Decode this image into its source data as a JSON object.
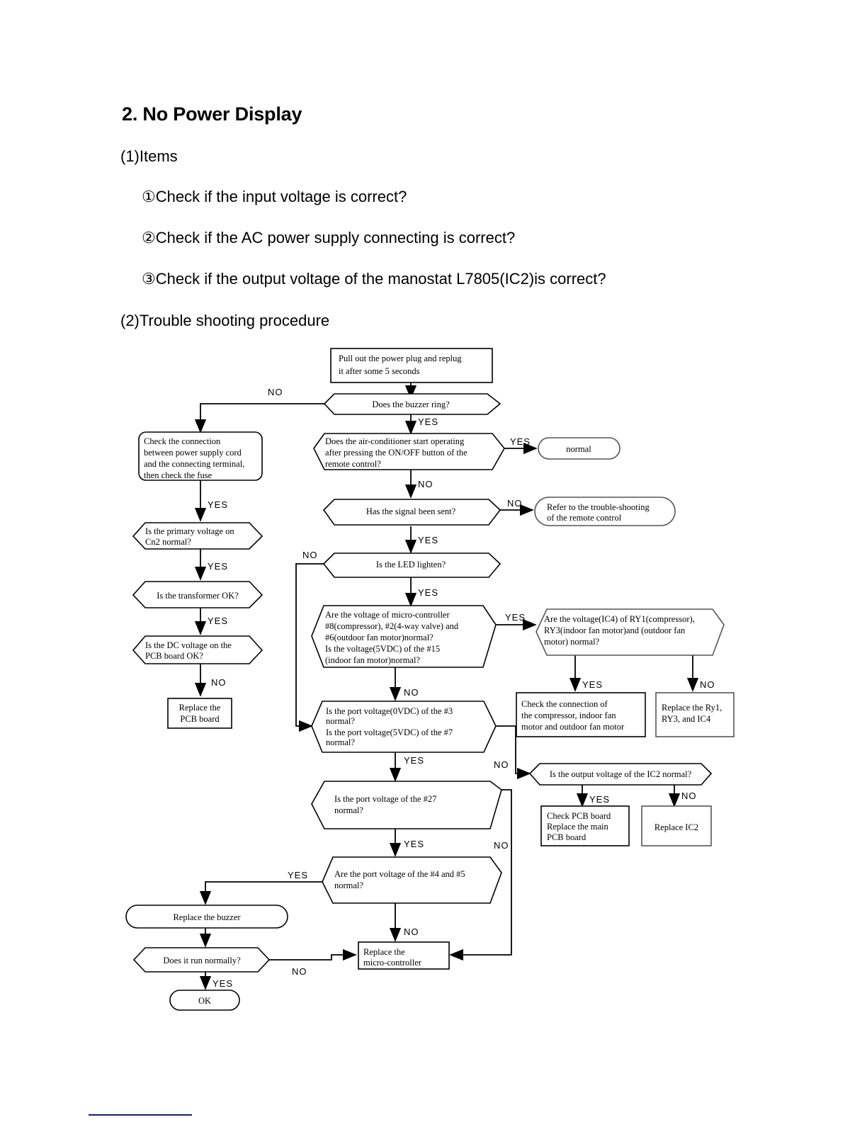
{
  "document": {
    "heading": "2. No Power Display",
    "paragraphs": [
      "(1)Items",
      "①Check if the input voltage is correct?",
      "②Check if the AC power supply connecting is correct?",
      "③Check if the output voltage of the manostat L7805(IC2)is correct?",
      "(2)Trouble shooting procedure"
    ]
  },
  "flowchart": {
    "nodes": {
      "start": "Pull out the power plug and replug it after some 5 seconds",
      "buzzer_ring": "Does the buzzer ring?",
      "check_connection": "Check the connection between power supply cord and the connecting terminal, then check the fuse",
      "ac_start": "Does the air-conditioner start operating after pressing the ON/OFF button of the remote control?",
      "normal": "normal",
      "signal_sent": "Has the signal been sent?",
      "refer_remote": "Refer to the trouble-shooting of the remote control",
      "primary_voltage": "Is the primary voltage on Cn2 normal?",
      "led_lighten": "Is the LED lighten?",
      "transformer_ok": "Is the transformer OK?",
      "micro_voltage": "Are the voltage of micro-controller #8(compressor), #2(4-way valve) and #6(outdoor fan motor)normal? Is the voltage(5VDC) of the #15 (indoor fan motor)normal?",
      "ry_voltage": "Are the voltage(IC4) of RY1(compressor), RY3(indoor fan motor)and (outdoor fan motor) normal?",
      "dc_voltage": "Is the DC voltage on the PCB board OK?",
      "replace_pcb": "Replace the PCB board",
      "port_3_7": "Is the port voltage(0VDC) of the #3 normal? Is the port voltage(5VDC) of the #7 normal?",
      "check_conn_motors": "Check the connection of the compressor, indoor fan motor and outdoor fan motor",
      "replace_ry": "Replace the Ry1, RY3, and IC4",
      "ic2_output": "Is the output voltage of the IC2 normal?",
      "check_pcb_main": "Check PCB board Replace the main PCB board",
      "replace_ic2": "Replace IC2",
      "port_27": "Is the port voltage of the #27 normal?",
      "port_4_5": "Are the port voltage of the #4 and #5 normal?",
      "replace_buzzer": "Replace the buzzer",
      "run_normally": "Does it run normally?",
      "ok": "OK",
      "replace_micro": "Replace the micro-controller"
    },
    "node_lines": {
      "start": [
        "Pull out the power plug and replug",
        "it after some 5 seconds"
      ],
      "check_connection": [
        "Check the connection",
        "between power supply cord",
        "and the connecting terminal,",
        "then check the fuse"
      ],
      "ac_start": [
        "Does the air-conditioner start operating",
        "after pressing the ON/OFF button of the",
        "remote control?"
      ],
      "refer_remote": [
        "Refer to the trouble-shooting",
        "of the remote control"
      ],
      "primary_voltage": [
        "Is the primary voltage on",
        "Cn2 normal?"
      ],
      "micro_voltage": [
        "Are the voltage of micro-controller",
        "#8(compressor), #2(4-way valve) and",
        "#6(outdoor fan motor)normal?",
        "Is the voltage(5VDC) of the #15",
        "(indoor fan motor)normal?"
      ],
      "ry_voltage": [
        "Are the voltage(IC4) of RY1(compressor),",
        "RY3(indoor fan motor)and (outdoor fan",
        "motor) normal?"
      ],
      "dc_voltage": [
        "Is the DC voltage on the",
        "PCB board OK?"
      ],
      "replace_pcb": [
        "Replace the",
        "PCB board"
      ],
      "port_3_7": [
        "Is the port voltage(0VDC) of the #3",
        "normal?",
        "Is the port voltage(5VDC) of the #7",
        "normal?"
      ],
      "check_conn_motors": [
        "Check the connection of",
        "the compressor, indoor fan",
        "motor and outdoor fan motor"
      ],
      "replace_ry": [
        "Replace the Ry1,",
        "RY3, and IC4"
      ],
      "check_pcb_main": [
        "Check PCB board",
        "Replace the main",
        "PCB board"
      ],
      "port_27": [
        "Is the port voltage of the #27",
        "normal?"
      ],
      "port_4_5": [
        "Are the port voltage of the #4 and #5",
        "normal?"
      ],
      "replace_micro": [
        "Replace the",
        "micro-controller"
      ]
    },
    "edge_labels": {
      "buzzer_no": "NO",
      "buzzer_yes": "YES",
      "ac_yes": "YES",
      "ac_no": "NO",
      "signal_no": "NO",
      "signal_yes": "YES",
      "connection_yes": "YES",
      "led_no": "NO",
      "led_yes": "YES",
      "primary_yes": "YES",
      "transformer_yes": "YES",
      "micro_yes": "YES",
      "micro_no": "NO",
      "ry_yes": "YES",
      "ry_no": "NO",
      "dc_no": "NO",
      "port37_yes": "YES",
      "port37_no": "NO",
      "ic2_yes": "YES",
      "ic2_no": "NO",
      "port27_yes": "YES",
      "port27_no": "NO",
      "port45_yes": "YES",
      "port45_no": "NO",
      "run_no": "NO",
      "run_yes": "YES"
    }
  },
  "colors": {
    "ink": "#000000",
    "rule": "#1b1b7a",
    "shape_outline": "#000000"
  }
}
